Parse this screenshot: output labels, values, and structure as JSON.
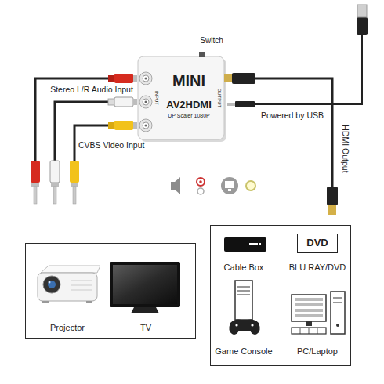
{
  "diagram": {
    "nodes": [
      {
        "text": [
          "MINI",
          "AV2HDMI",
          "UP Scaler 1080P"
        ]
      },
      {
        "text": [
          "Projector",
          "TV"
        ]
      },
      {
        "text": [
          "Cable Box",
          "BLU RAY/DVD",
          "Game Console",
          "PC/Laptop"
        ]
      },
      {
        "text": [
          "DVD"
        ],
        "in": 2
      }
    ],
    "labels": [
      "Switch",
      "Stereo L/R Audio Input",
      "CVBS Video Input",
      "INPUT",
      "OUTPUT",
      "Powered by USB",
      "HDMI Output"
    ]
  }
}
